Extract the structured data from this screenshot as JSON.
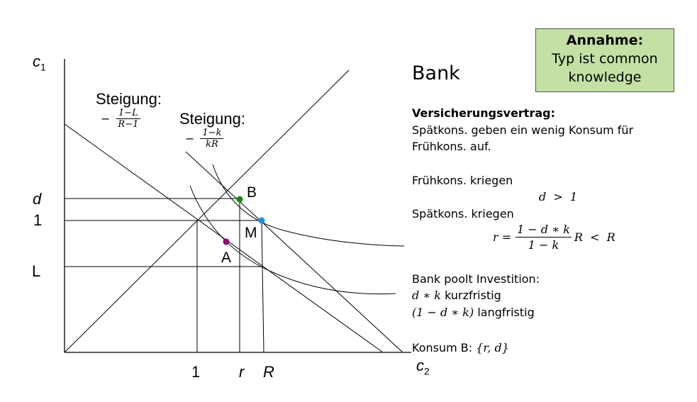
{
  "diagram": {
    "y_axis_label": "c",
    "y_axis_sub": "1",
    "x_axis_label": "c",
    "x_axis_sub": "2",
    "y_ticks": {
      "d": "d",
      "one": "1",
      "L": "L"
    },
    "x_ticks": {
      "one": "1",
      "r": "r",
      "R": "R"
    },
    "points": {
      "A": "A",
      "B": "B",
      "M": "M"
    },
    "point_colors": {
      "A": "#8b0a6e",
      "B": "#138a13",
      "M": "#1f8fe0"
    },
    "slope1": {
      "label": "Steigung:",
      "sign": "−",
      "num": "1−L",
      "den": "R−1"
    },
    "slope2": {
      "label": "Steigung:",
      "sign": "−",
      "num": "1−k",
      "den": "kR"
    }
  },
  "note": {
    "title": "Annahme:",
    "line1": "Typ ist common",
    "line2": "knowledge",
    "bg": "#c5e0a5"
  },
  "panel": {
    "title": "Bank",
    "contract_heading": "Versicherungsvertrag:",
    "contract_line1": "Spätkons. geben ein wenig Konsum für",
    "contract_line2": "Frühkons. auf.",
    "early_text": "Frühkons. kriegen",
    "early_formula": "d  >  1",
    "late_text": "Spätkons. kriegen",
    "late_r": "r =",
    "late_num": "1 − d ∗ k",
    "late_den": "1 − k",
    "late_tail": "R  <  R",
    "pool_line1": "Bank poolt Investition:",
    "pool_short_math": "d ∗ k",
    "pool_short_text": " kurzfristig",
    "pool_long_math": "(1 − d ∗ k)",
    "pool_long_text": " langfristig",
    "consumption_text": "Konsum B: ",
    "consumption_math": "{r, d}"
  }
}
